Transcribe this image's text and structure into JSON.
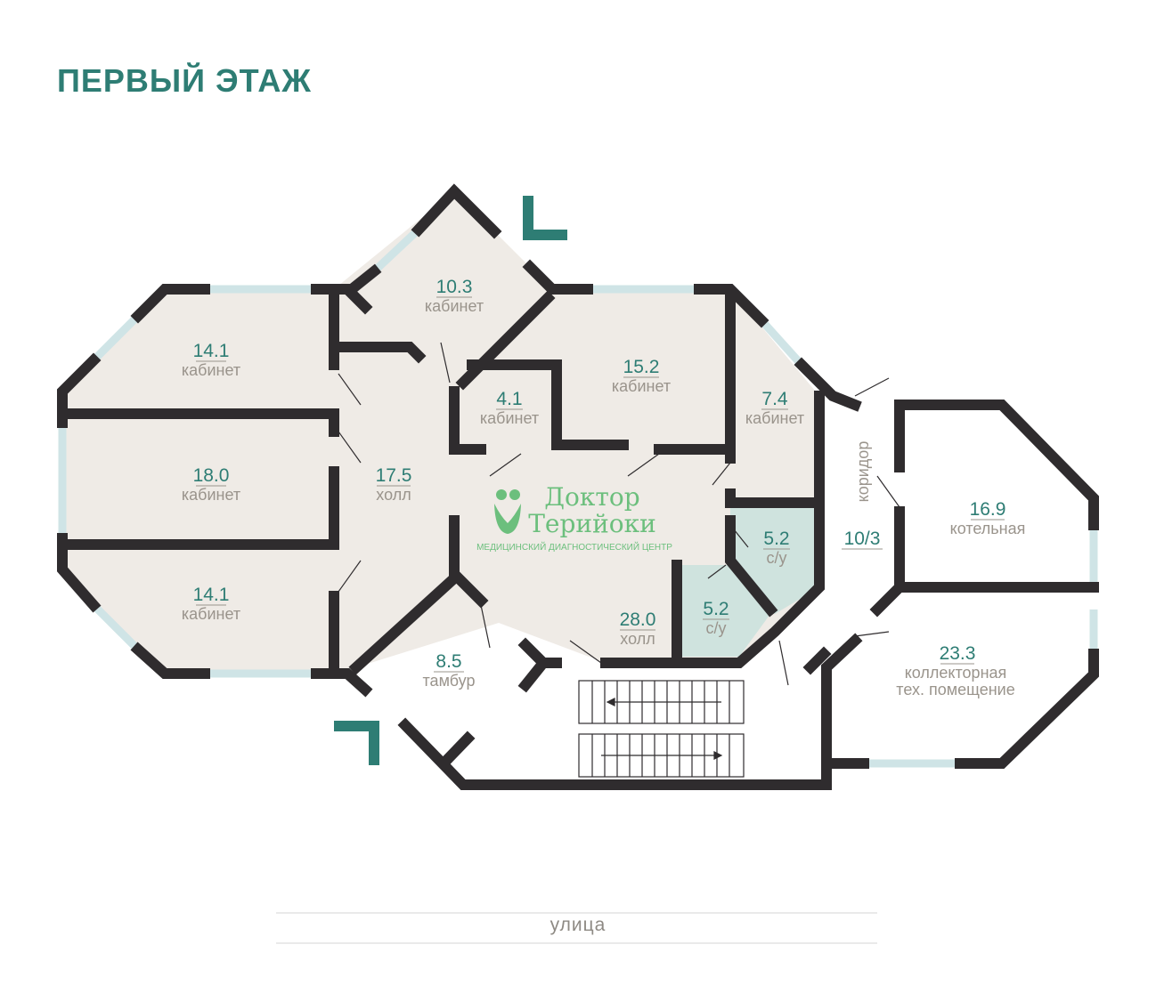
{
  "title": "ПЕРВЫЙ ЭТАЖ",
  "street_label": "улица",
  "logo": {
    "line1": "Доктор",
    "line2": "Терийоки",
    "tagline": "МЕДИЦИНСКИЙ ДИАГНОСТИЧЕСКИЙ ЦЕНТР"
  },
  "rooms": {
    "r1": {
      "area": "14.1",
      "name": "кабинет"
    },
    "r2": {
      "area": "18.0",
      "name": "кабинет"
    },
    "r3": {
      "area": "14.1",
      "name": "кабинет"
    },
    "r4": {
      "area": "10.3",
      "name": "кабинет"
    },
    "r5": {
      "area": "17.5",
      "name": "холл"
    },
    "r6": {
      "area": "4.1",
      "name": "кабинет"
    },
    "r7": {
      "area": "15.2",
      "name": "кабинет"
    },
    "r8": {
      "area": "7.4",
      "name": "кабинет"
    },
    "r9": {
      "area": "5.2",
      "name": "с/у"
    },
    "r10": {
      "area": "5.2",
      "name": "с/у"
    },
    "r11": {
      "area": "28.0",
      "name": "холл"
    },
    "r12": {
      "area": "8.5",
      "name": "тамбур"
    },
    "r13": {
      "area": "10/3",
      "name": ""
    },
    "r14": {
      "area": "16.9",
      "name": "котельная"
    },
    "r15": {
      "area": "23.3",
      "name": "коллекторная"
    },
    "r15_line2": "тех. помещение",
    "corridor": "коридор"
  },
  "colors": {
    "wall": "#2f2c2e",
    "floor": "#efebe6",
    "wet": "#cfe3de",
    "window": "#cfe4e6",
    "accent": "#2e7d74",
    "logo": "#6cbf7d"
  }
}
